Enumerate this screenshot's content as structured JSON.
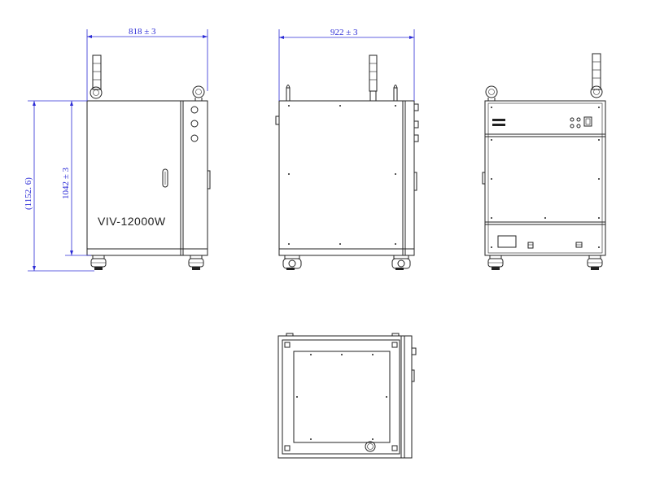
{
  "model_label": "VIV-12000W",
  "dimensions": {
    "front_width": "818 ± 3",
    "side_width": "922 ± 3",
    "body_height": "1042 ± 3",
    "overall_height": "(1152. 6)"
  },
  "colors": {
    "dimension": "#2b2bd6",
    "outline": "#222222"
  }
}
